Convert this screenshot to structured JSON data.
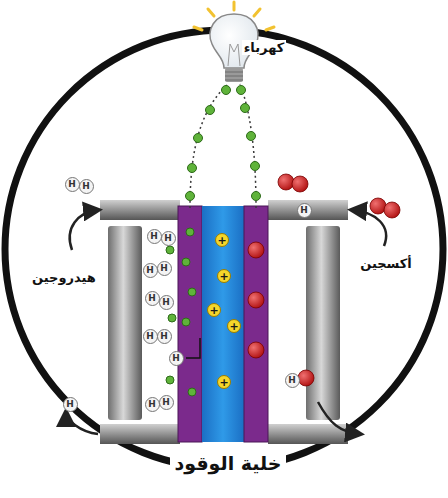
{
  "diagram": {
    "caption": "خلية الوقود",
    "labels": [
      "كهرباء",
      "هيدروجين",
      "أكسجين",
      "H",
      "H",
      "H",
      "H",
      "H",
      "H",
      "H",
      "H",
      "H",
      "H",
      "H",
      "H",
      "H",
      "H",
      "H",
      "H",
      "+",
      "+",
      "+",
      "+",
      "+"
    ]
  }
}
